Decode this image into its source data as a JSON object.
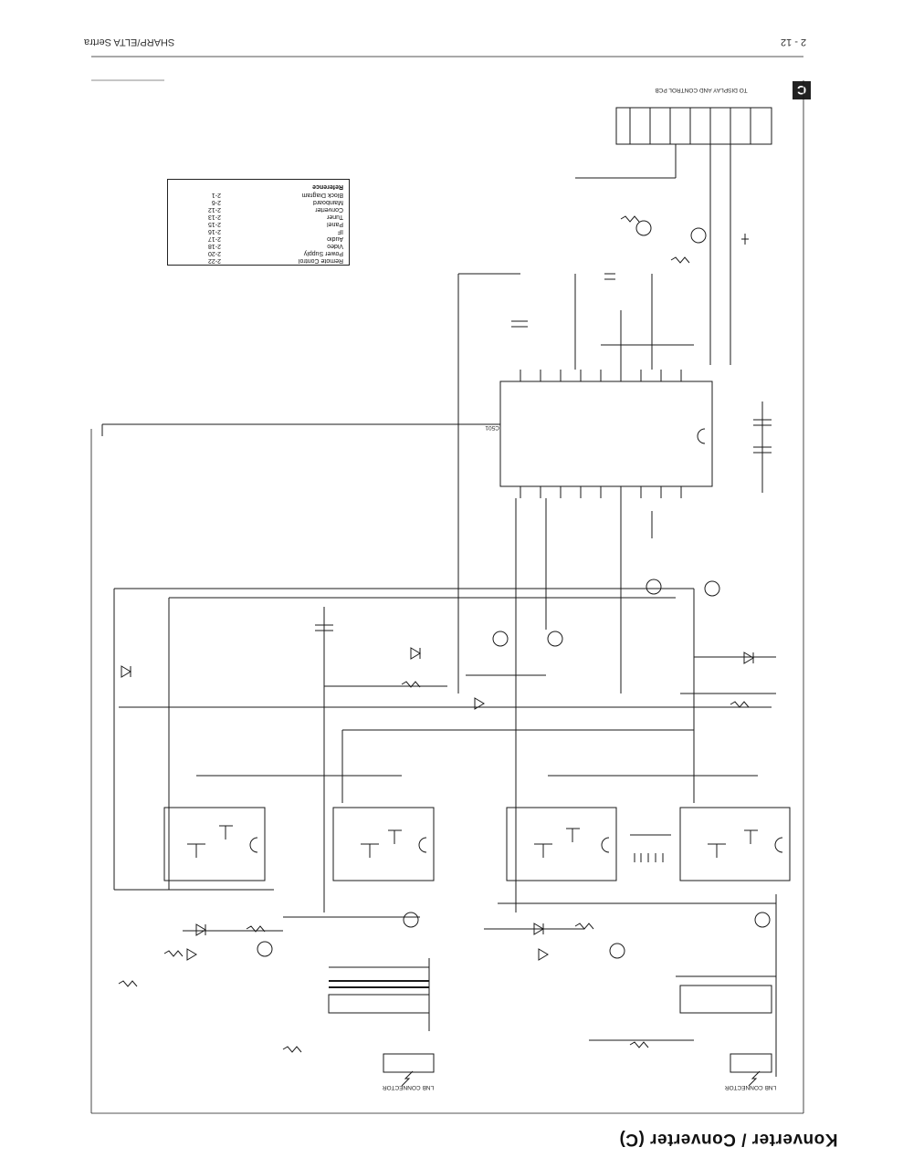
{
  "header": {
    "left_text": "SHARP/ELTA Sertra",
    "right_text": "2 - 12"
  },
  "section_badge": "C",
  "title": "Konverter / Converter (C)",
  "connector_top_label": "TO DISPLAY AND CONTROL PCB",
  "connector_bottom_left_label": "LNB CONNECTOR",
  "connector_bottom_right_label": "LNB CONNECTOR",
  "ic_main_label": "IC501",
  "legend": {
    "title": "Reference",
    "rows": [
      {
        "name": "Block Diagram",
        "page": "2-1"
      },
      {
        "name": "Mainboard",
        "page": "2-6"
      },
      {
        "name": "Converter",
        "page": "2-12"
      },
      {
        "name": "Tuner",
        "page": "2-13"
      },
      {
        "name": "Panel",
        "page": "2-15"
      },
      {
        "name": "IF",
        "page": "2-16"
      },
      {
        "name": "Audio",
        "page": "2-17"
      },
      {
        "name": "Video",
        "page": "2-18"
      },
      {
        "name": "Power Supply",
        "page": "2-20"
      },
      {
        "name": "Remote Control",
        "page": "2-22"
      }
    ]
  },
  "colors": {
    "ink": "#1a1a1a",
    "paper": "#ffffff"
  }
}
